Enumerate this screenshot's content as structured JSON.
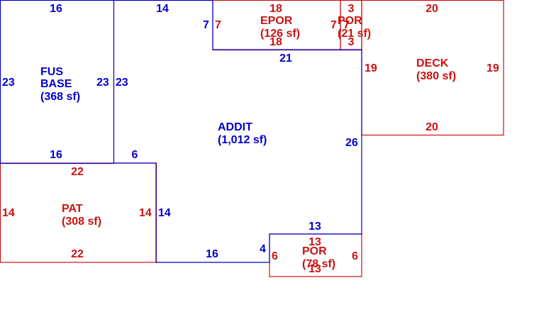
{
  "colors": {
    "blue": "#0000cc",
    "red": "#cc1111"
  },
  "areas": {
    "fus_base": {
      "line1": "FUS",
      "line2": "BASE",
      "area": "(368 sf)"
    },
    "addit": {
      "name": "ADDIT",
      "area": "(1,012 sf)"
    },
    "epor": {
      "name": "EPOR",
      "area": "(126 sf)"
    },
    "por_top": {
      "name": "POR",
      "area": "(21 sf)"
    },
    "deck": {
      "name": "DECK",
      "area": "(380 sf)"
    },
    "pat": {
      "name": "PAT",
      "area": "(308 sf)"
    },
    "por_bottom": {
      "name": "POR",
      "area": "(78 sf)"
    }
  },
  "dims": {
    "fus_top": "16",
    "fus_left": "23",
    "fus_right_in": "23",
    "fus_bottom": "16",
    "addit_top": "14",
    "addit_left": "23",
    "addit_step_v": "7",
    "addit_epor_bottom": "21",
    "addit_right": "26",
    "addit_step_h": "6",
    "addit_pat_side": "14",
    "addit_bottom": "16",
    "addit_notch_v": "4",
    "addit_notch_top": "13",
    "epor_top": "18",
    "epor_bottom": "18",
    "epor_left": "7",
    "epor_right": "7",
    "por_top_top": "3",
    "por_top_bottom": "3",
    "por_top_right": "7",
    "deck_top": "20",
    "deck_bottom": "20",
    "deck_left": "19",
    "deck_right": "19",
    "pat_top": "22",
    "pat_bottom": "22",
    "pat_left": "14",
    "pat_right": "14",
    "porb_top": "13",
    "porb_bottom": "13",
    "porb_left": "6",
    "porb_right": "6"
  }
}
